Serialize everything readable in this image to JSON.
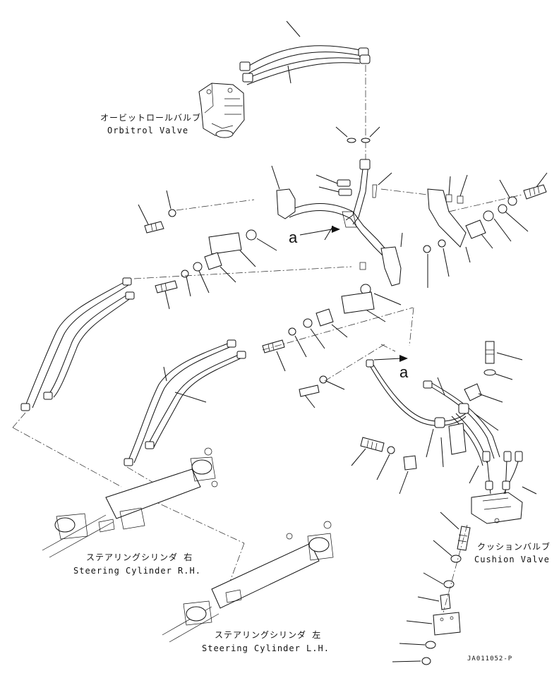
{
  "labels": {
    "orbitrol_jp": "オービットロールバルブ",
    "orbitrol_en": "Orbitrol Valve",
    "cushion_jp": "クッションバルブ",
    "cushion_en": "Cushion Valve",
    "steer_rh_jp": "ステアリングシリンダ 右",
    "steer_rh_en": "Steering Cylinder R.H.",
    "steer_lh_jp": "ステアリングシリンダ 左",
    "steer_lh_en": "Steering Cylinder L.H.",
    "ref_a_upper": "a",
    "ref_a_lower": "a",
    "drawing_code": "JA011052-P"
  }
}
